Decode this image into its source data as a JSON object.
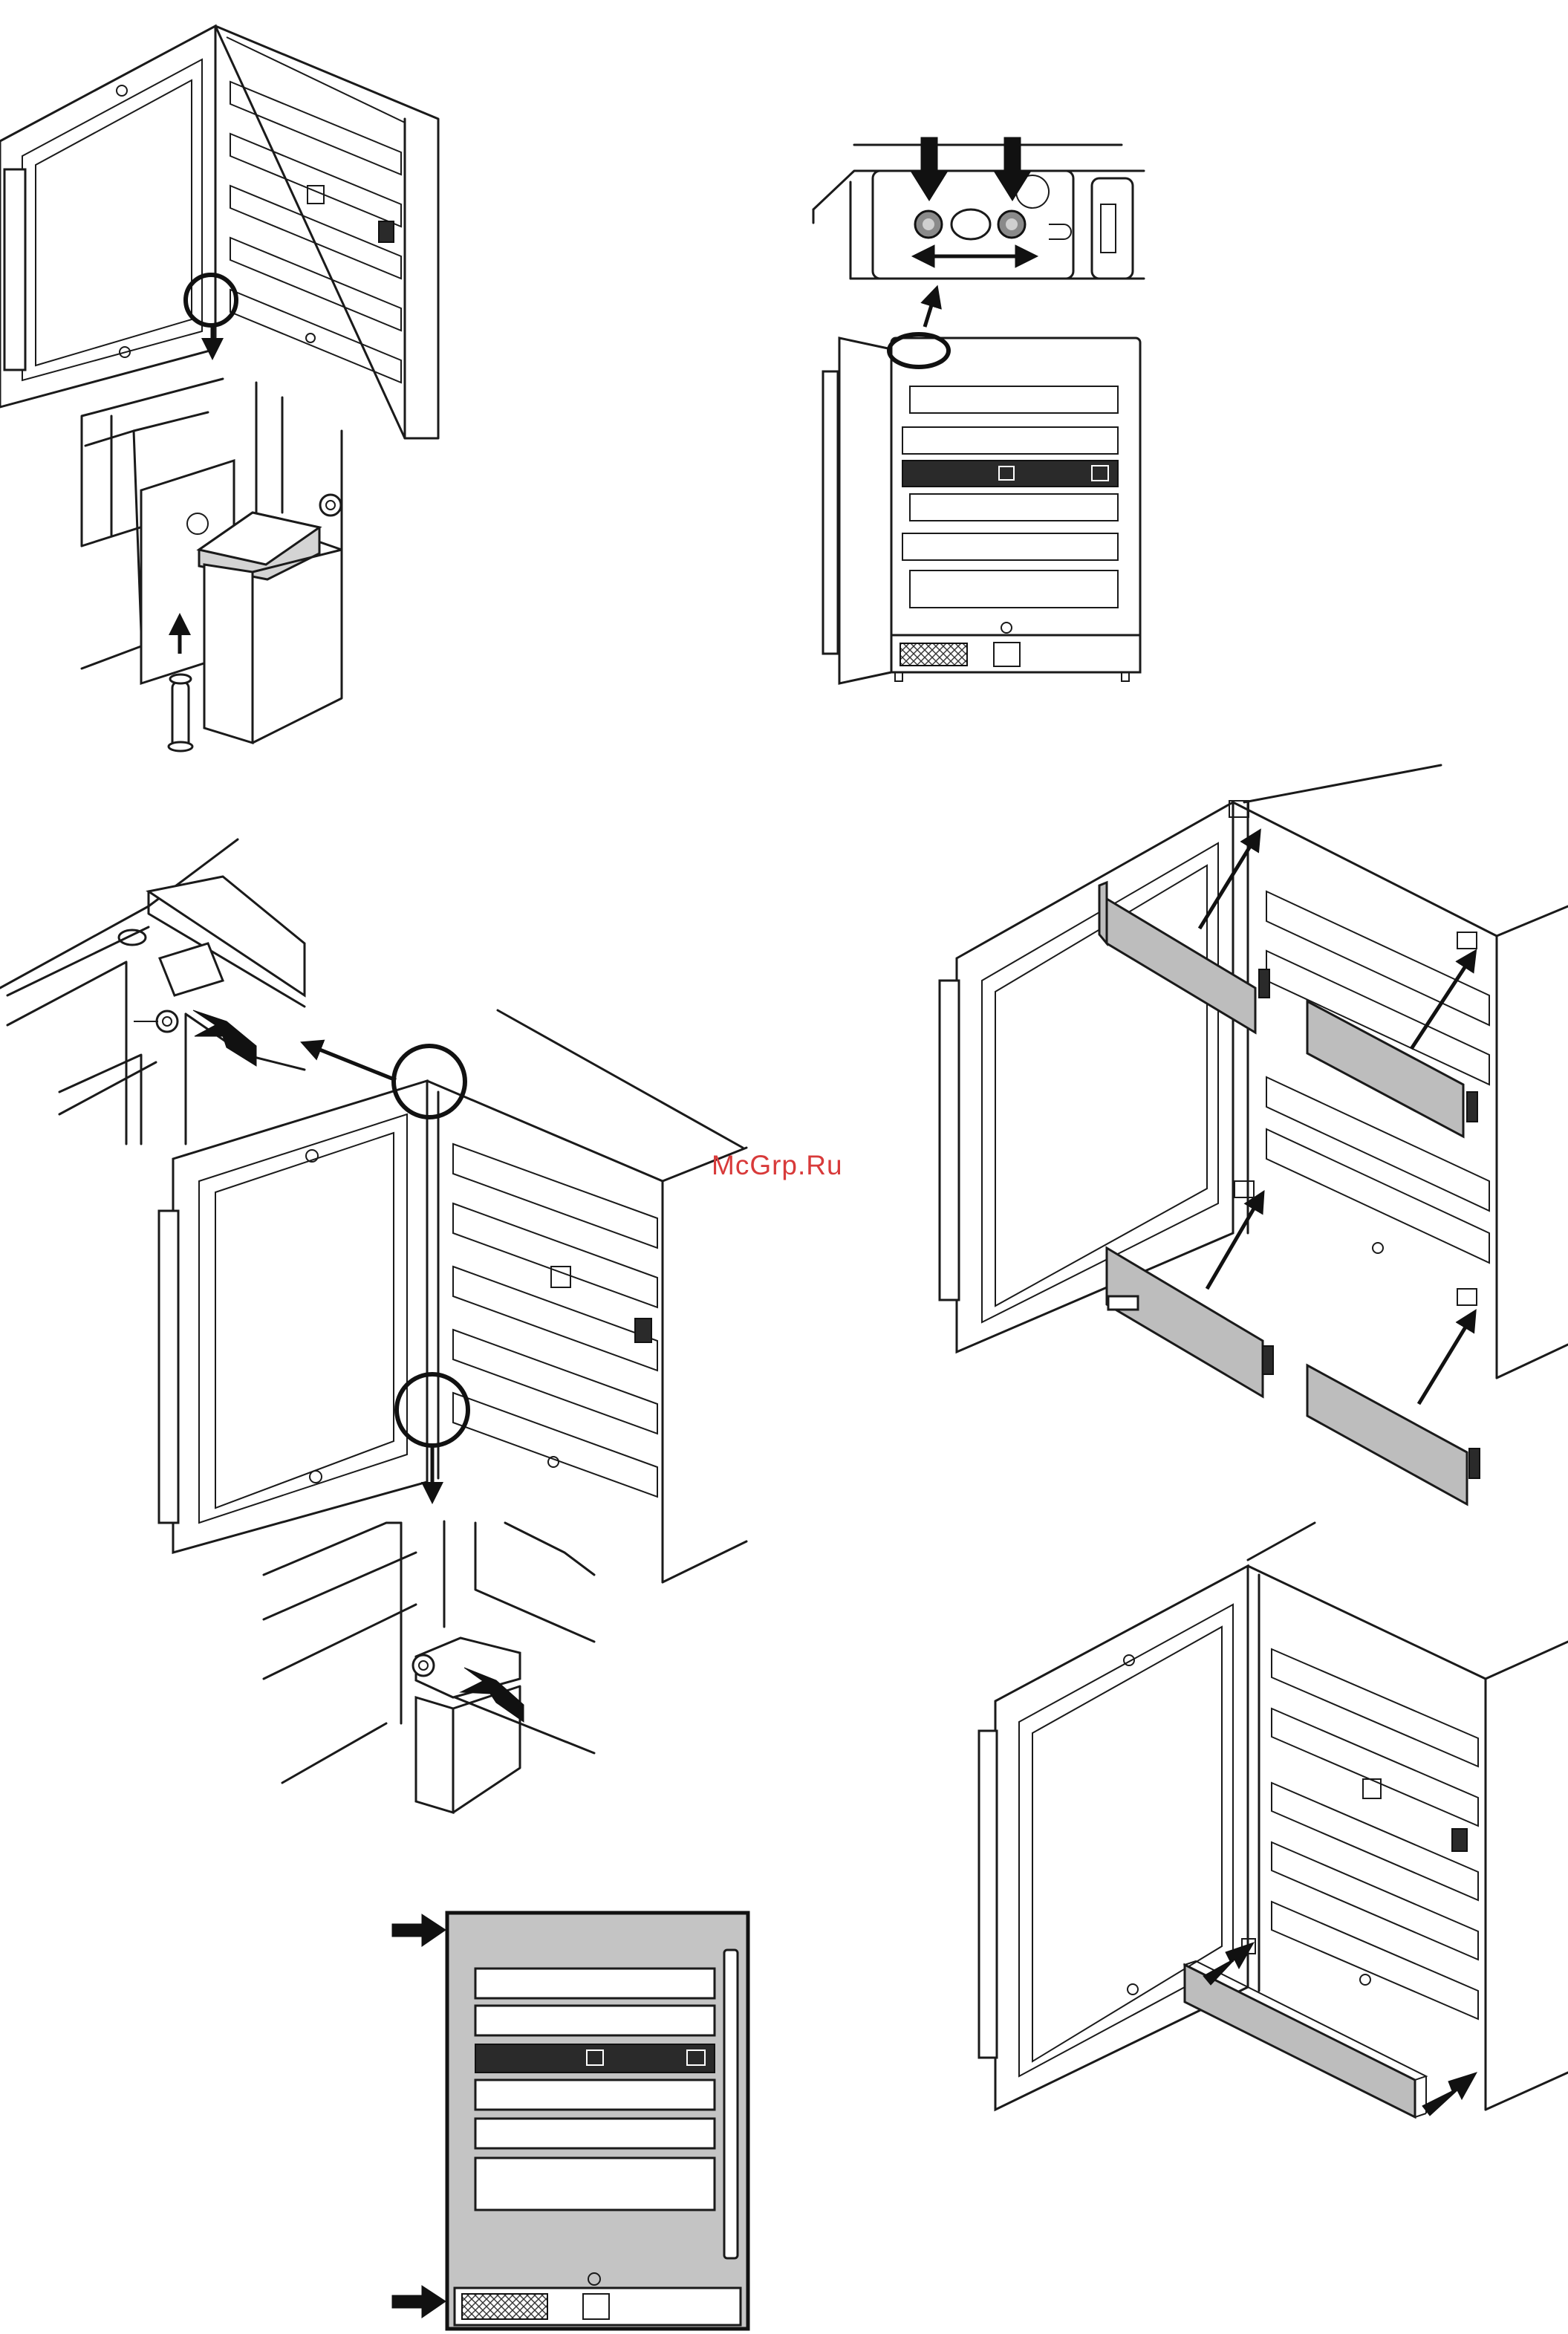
{
  "watermark": {
    "text": "McGrp.Ru",
    "color": "#d83a3a"
  },
  "figures": [
    {
      "name": "figure-door-hinge-pin-top-left"
    },
    {
      "name": "figure-hinge-screws-top-right"
    },
    {
      "name": "figure-door-removal-middle-left"
    },
    {
      "name": "figure-hinge-covers-middle-right"
    },
    {
      "name": "figure-front-panel-bottom-center"
    },
    {
      "name": "figure-base-grille-bottom-right"
    }
  ],
  "colors": {
    "line": "#1a1a1a",
    "panel": "#bdbdbd",
    "watermark": "#d83a3a"
  }
}
